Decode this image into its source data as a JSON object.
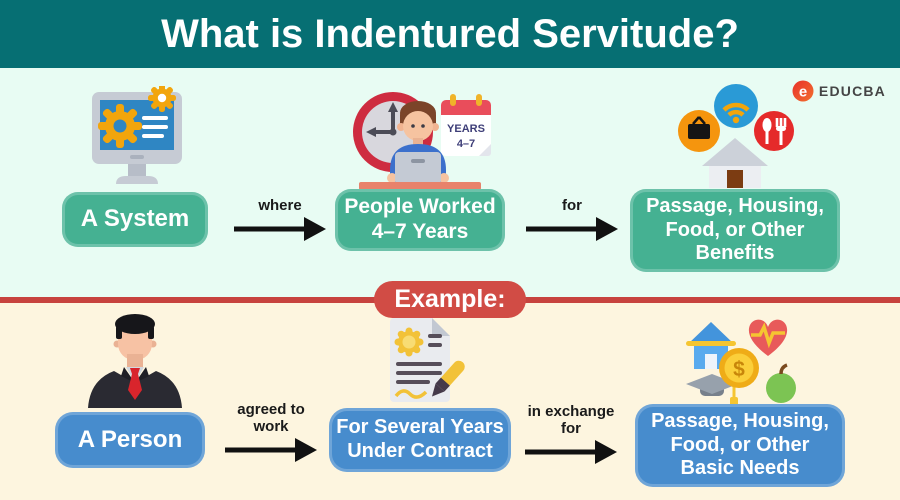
{
  "header": {
    "title": "What is Indentured Servitude?"
  },
  "brand": {
    "name": "EDUCBA",
    "logo_letter": "e"
  },
  "definition_flow": {
    "box_labels": [
      [
        "A System"
      ],
      [
        "People Worked",
        "4–7 Years"
      ],
      [
        "Passage, Housing,",
        "Food, or Other",
        "Benefits"
      ]
    ],
    "connector_labels": [
      [
        "where"
      ],
      [
        "for"
      ]
    ],
    "calendar": {
      "line1": "YEARS",
      "line2": "4–7"
    },
    "icons": [
      "monitor-gears-icon",
      "worker-clock-calendar-icon",
      "house-amenities-icon"
    ]
  },
  "example": {
    "badge": "Example:"
  },
  "example_flow": {
    "box_labels": [
      [
        "A Person"
      ],
      [
        "For Several Years",
        "Under Contract"
      ],
      [
        "Passage, Housing,",
        "Food, or Other",
        "Basic Needs"
      ]
    ],
    "connector_labels": [
      [
        "agreed to",
        "work"
      ],
      [
        "in exchange",
        "for"
      ]
    ],
    "coin_symbol": "$",
    "icons": [
      "businessman-icon",
      "contract-signing-icon",
      "basic-needs-icon"
    ]
  },
  "colors": {
    "header_bg": "#066f73",
    "top_bg": "#e8fcf3",
    "bottom_bg": "#fdf5df",
    "definition_box": "#45b192",
    "example_box": "#478ccd",
    "accent_red": "#d14c45",
    "divider_red": "#c7433e",
    "text_dark": "#1a1a1a"
  }
}
